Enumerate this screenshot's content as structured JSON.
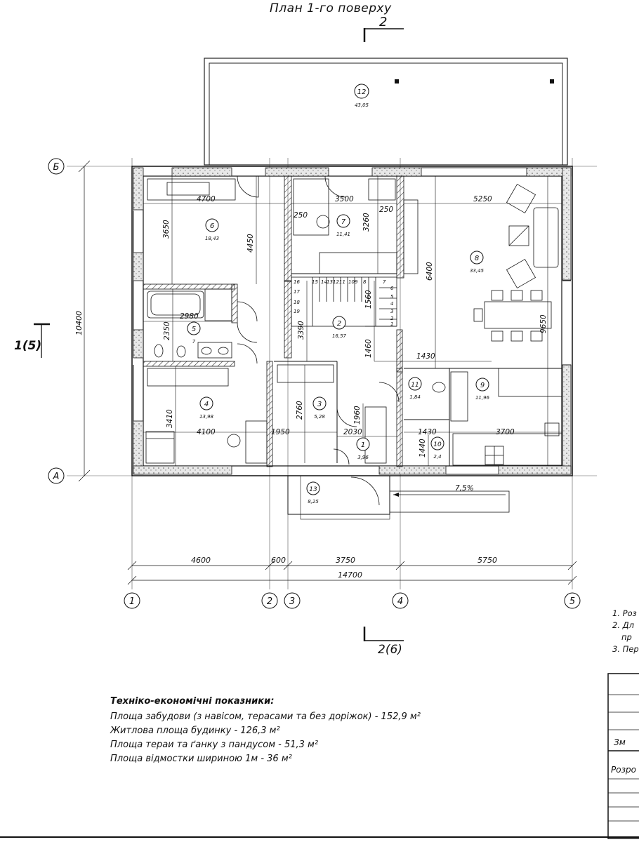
{
  "title": "План 1-го поверху",
  "section_marks": {
    "top": "2",
    "bottom": "2(6)",
    "left": "1(5)"
  },
  "axes": {
    "letters": [
      "Б",
      "А"
    ],
    "numbers": [
      "1",
      "2",
      "3",
      "4",
      "5"
    ]
  },
  "rooms": [
    {
      "num": "1",
      "area": "3,96"
    },
    {
      "num": "2",
      "area": "16,57"
    },
    {
      "num": "3",
      "area": "5,28"
    },
    {
      "num": "4",
      "area": "13,98"
    },
    {
      "num": "5",
      "area": "7"
    },
    {
      "num": "6",
      "area": "18,43"
    },
    {
      "num": "7",
      "area": "11,41"
    },
    {
      "num": "8",
      "area": "33,45"
    },
    {
      "num": "9",
      "area": "11,96"
    },
    {
      "num": "10",
      "area": "2,4"
    },
    {
      "num": "11",
      "area": "1,84"
    },
    {
      "num": "12",
      "area": "43,05"
    },
    {
      "num": "13",
      "area": "8,25"
    }
  ],
  "dimensions": {
    "bottom_chain": [
      "4600",
      "600",
      "3750",
      "5750"
    ],
    "bottom_total": "14700",
    "left_total": "10400",
    "d4700": "4700",
    "d3650": "3650",
    "d4450": "4450",
    "d3500": "3500",
    "d250a": "250",
    "d250b": "250",
    "d3260": "3260",
    "d5250": "5250",
    "d6400": "6400",
    "d9650": "9650",
    "d2980": "2980",
    "d2350": "2350",
    "d3390": "3390",
    "d1560": "1560",
    "d1460": "1460",
    "d1430a": "1430",
    "d3410": "3410",
    "d4100": "4100",
    "d2760": "2760",
    "d1950": "1950",
    "d2030": "2030",
    "d1960": "1960",
    "d1430b": "1430",
    "d1440": "1440",
    "d3700": "3700",
    "slope": "7,5%"
  },
  "stairs": [
    "16",
    "15",
    "14",
    "13",
    "12",
    "11",
    "10",
    "9",
    "8",
    "7",
    "6",
    "5",
    "4",
    "3",
    "2",
    "1",
    "17",
    "18",
    "19"
  ],
  "tep": {
    "heading": "Техніко-економічні показники:",
    "lines": [
      "Площа забудови (з навісом, терасами та без доріжок) - 152,9 м²",
      "Житлова площа будинку - 126,3 м²",
      "Площа тераи та ґанку з пандусом - 51,3 м²",
      "Площа відмостки шириною 1м - 36 м²"
    ]
  },
  "notes": [
    "1. Роз",
    "2. Дл",
    "пр",
    "3. Пер"
  ],
  "stamp": {
    "row1": "Зм",
    "row2": "Розро"
  }
}
